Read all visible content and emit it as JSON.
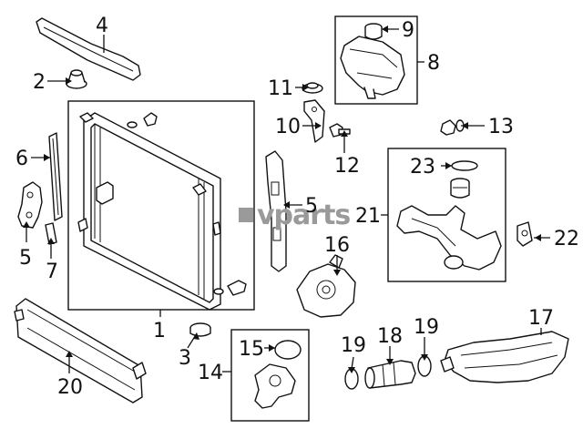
{
  "watermark": "vparts",
  "callouts": [
    {
      "id": "c4",
      "label": "4"
    },
    {
      "id": "c2",
      "label": "2"
    },
    {
      "id": "c9",
      "label": "9"
    },
    {
      "id": "c8",
      "label": "8"
    },
    {
      "id": "c11",
      "label": "11"
    },
    {
      "id": "c10",
      "label": "10"
    },
    {
      "id": "c12",
      "label": "12"
    },
    {
      "id": "c13",
      "label": "13"
    },
    {
      "id": "c6",
      "label": "6"
    },
    {
      "id": "c5a",
      "label": "5"
    },
    {
      "id": "c7",
      "label": "7"
    },
    {
      "id": "c5b",
      "label": "5"
    },
    {
      "id": "c23",
      "label": "23"
    },
    {
      "id": "c21",
      "label": "21"
    },
    {
      "id": "c22",
      "label": "22"
    },
    {
      "id": "c16",
      "label": "16"
    },
    {
      "id": "c1",
      "label": "1"
    },
    {
      "id": "c3",
      "label": "3"
    },
    {
      "id": "c15",
      "label": "15"
    },
    {
      "id": "c14",
      "label": "14"
    },
    {
      "id": "c20",
      "label": "20"
    },
    {
      "id": "c19a",
      "label": "19"
    },
    {
      "id": "c18",
      "label": "18"
    },
    {
      "id": "c19b",
      "label": "19"
    },
    {
      "id": "c17",
      "label": "17"
    }
  ]
}
